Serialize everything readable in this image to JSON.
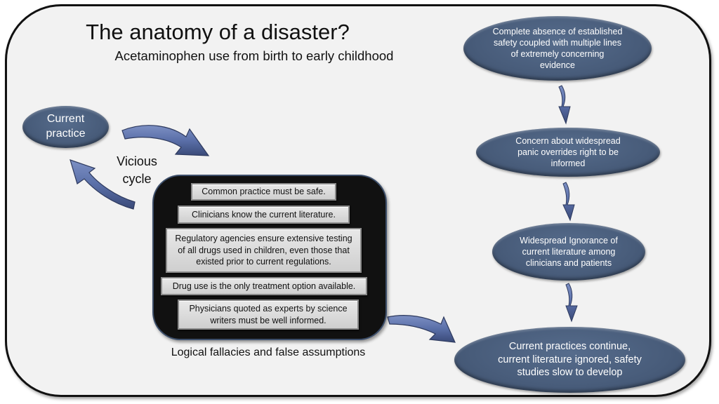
{
  "header": {
    "title": "The anatomy of a disaster?",
    "subtitle": "Acetaminophen use from birth to early childhood"
  },
  "cycle": {
    "current_practice": "Current practice",
    "label": "Vicious cycle"
  },
  "fallacies": {
    "caption": "Logical fallacies and false assumptions",
    "items": [
      "Common practice must be safe.",
      "Clinicians know the current literature.",
      "Regulatory agencies ensure extensive testing of all drugs used in children, even those that existed prior to current regulations.",
      "Drug use is the only treatment option available.",
      "Physicians quoted as experts by science writers must be well informed."
    ]
  },
  "flow": {
    "steps": [
      "Complete absence of established safety coupled with multiple lines of extremely concerning evidence",
      "Concern about widespread panic overrides right to be informed",
      "Widespread Ignorance of current literature among clinicians and patients",
      "Current practices continue, current literature ignored, safety studies slow to develop"
    ]
  },
  "colors": {
    "oval_fill": "#485c7a",
    "arrow_fill": "#5a6fa8",
    "panel_bg": "#f2f2f2",
    "fallacy_panel_bg": "#111111"
  }
}
